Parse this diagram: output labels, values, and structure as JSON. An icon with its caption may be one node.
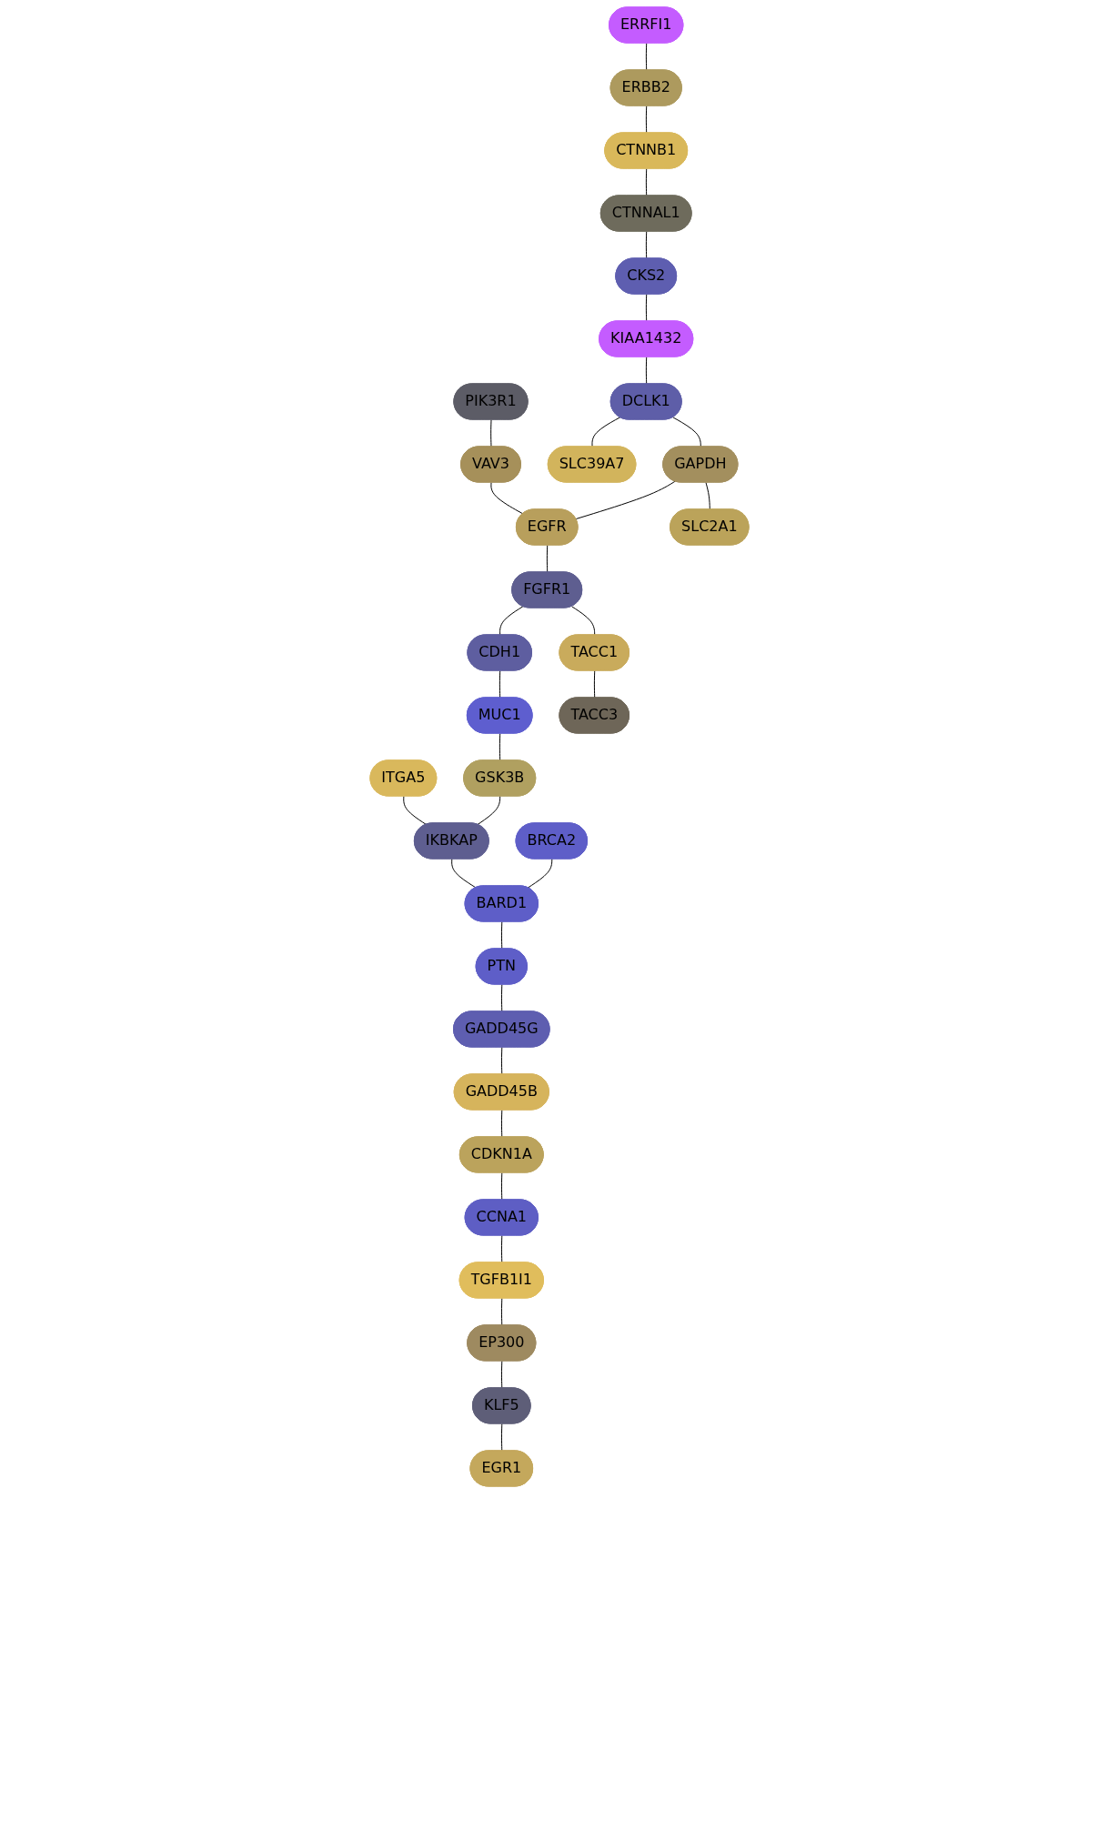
{
  "diagram": {
    "nodes": [
      {
        "text": [
          "ERRFI1"
        ]
      },
      {
        "text": [
          "ERBB2"
        ]
      },
      {
        "text": [
          "CTNNB1"
        ]
      },
      {
        "text": [
          "CTNNAL1"
        ]
      },
      {
        "text": [
          "CKS2"
        ]
      },
      {
        "text": [
          "KIAA1432"
        ]
      },
      {
        "text": [
          "PIK3R1"
        ]
      },
      {
        "text": [
          "DCLK1"
        ]
      },
      {
        "text": [
          "SLC39A7"
        ]
      },
      {
        "text": [
          "VAV3"
        ]
      },
      {
        "text": [
          "GAPDH"
        ]
      },
      {
        "text": [
          "EGFR"
        ]
      },
      {
        "text": [
          "SLC2A1"
        ]
      },
      {
        "text": [
          "FGFR1"
        ]
      },
      {
        "text": [
          "CDH1"
        ]
      },
      {
        "text": [
          "TACC1"
        ]
      },
      {
        "text": [
          "MUC1"
        ]
      },
      {
        "text": [
          "ITGA5"
        ]
      },
      {
        "text": [
          "TACC3"
        ]
      },
      {
        "text": [
          "GSK3B"
        ]
      },
      {
        "text": [
          "IKBKAP"
        ]
      },
      {
        "text": [
          "BRCA2"
        ]
      },
      {
        "text": [
          "BARD1"
        ]
      },
      {
        "text": [
          "PTN"
        ]
      },
      {
        "text": [
          "GADD45G"
        ]
      },
      {
        "text": [
          "GADD45B"
        ]
      },
      {
        "text": [
          "CDKN1A"
        ]
      },
      {
        "text": [
          "CCNA1"
        ]
      },
      {
        "text": [
          "TGFB1I1"
        ]
      },
      {
        "text": [
          "EP300"
        ]
      },
      {
        "text": [
          "KLF5"
        ]
      },
      {
        "text": [
          "EGR1"
        ]
      }
    ],
    "edges": [
      {
        "from": 0,
        "to": 1,
        "arrow": "none"
      },
      {
        "from": 1,
        "to": 2,
        "arrow": "none"
      },
      {
        "from": 2,
        "to": 3,
        "arrow": "none"
      },
      {
        "from": 3,
        "to": 4,
        "arrow": "none"
      },
      {
        "from": 4,
        "to": 5,
        "arrow": "none"
      },
      {
        "from": 5,
        "to": 7,
        "arrow": "none"
      },
      {
        "from": 7,
        "to": 8,
        "arrow": "none"
      },
      {
        "from": 7,
        "to": 10,
        "arrow": "none"
      },
      {
        "from": 6,
        "to": 9,
        "arrow": "none"
      },
      {
        "from": 9,
        "to": 11,
        "arrow": "none"
      },
      {
        "from": 10,
        "to": 11,
        "arrow": "none"
      },
      {
        "from": 10,
        "to": 12,
        "arrow": "none"
      },
      {
        "from": 11,
        "to": 13,
        "arrow": "none"
      },
      {
        "from": 13,
        "to": 14,
        "arrow": "none"
      },
      {
        "from": 13,
        "to": 15,
        "arrow": "none"
      },
      {
        "from": 15,
        "to": 18,
        "arrow": "none"
      },
      {
        "from": 14,
        "to": 16,
        "arrow": "none"
      },
      {
        "from": 16,
        "to": 19,
        "arrow": "none"
      },
      {
        "from": 19,
        "to": 20,
        "arrow": "none"
      },
      {
        "from": 17,
        "to": 20,
        "arrow": "none"
      },
      {
        "from": 20,
        "to": 22,
        "arrow": "none"
      },
      {
        "from": 21,
        "to": 22,
        "arrow": "none"
      },
      {
        "from": 22,
        "to": 23,
        "arrow": "none"
      },
      {
        "from": 23,
        "to": 24,
        "arrow": "none"
      },
      {
        "from": 24,
        "to": 25,
        "arrow": "none"
      },
      {
        "from": 25,
        "to": 26,
        "arrow": "none"
      },
      {
        "from": 26,
        "to": 27,
        "arrow": "none"
      },
      {
        "from": 27,
        "to": 28,
        "arrow": "none"
      },
      {
        "from": 28,
        "to": 29,
        "arrow": "none"
      },
      {
        "from": 29,
        "to": 30,
        "arrow": "none"
      },
      {
        "from": 30,
        "to": 31,
        "arrow": "none"
      }
    ]
  }
}
